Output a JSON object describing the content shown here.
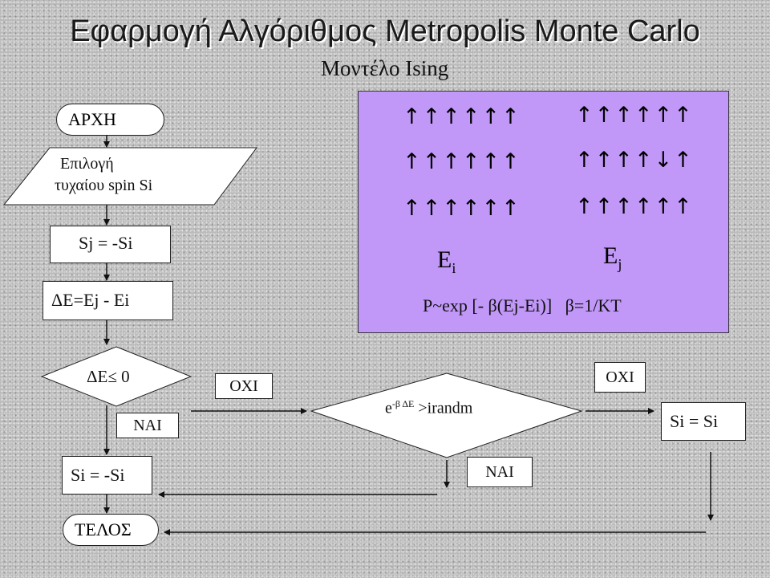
{
  "title": "Εφαρμογή Αλγόριθμος Metropolis Monte Carlo",
  "subtitle": "Μοντέλο Ising",
  "flowchart": {
    "start": "ΑΡΧΗ",
    "select_line1": "Επιλογή",
    "select_line2": "τυχαίου spin Si",
    "flip": "Sj = -Si",
    "delta": "ΔE=Ej -  Ei",
    "decision1": "ΔE≤ 0",
    "yes1": "ΝΑΙ",
    "no1": "ΟΧΙ",
    "decision2_base": "e",
    "decision2_exp": "-β ΔE",
    "decision2_rest": " >irandm",
    "yes2": "ΝΑΙ",
    "no2": "ΟΧΙ",
    "accept": "Si = -Si",
    "reject": "Si = Si",
    "end": "ΤΕΛΟΣ"
  },
  "panel": {
    "left_rows": [
      "↑↑↑↑↑↑",
      "↑↑↑↑↑↑",
      "↑↑↑↑↑↑"
    ],
    "right_rows": [
      "↑↑↑↑↑↑",
      "↑↑↑↑↓↑",
      "↑↑↑↑↑↑"
    ],
    "energy_i_base": "E",
    "energy_i_sub": "i",
    "energy_j_base": "E",
    "energy_j_sub": "j",
    "probability": "P~exp [- β(Ej-Ei)]   β=1/KT"
  },
  "colors": {
    "panel_bg": "#c198f8",
    "box_bg": "#ffffff",
    "line": "#222222"
  }
}
